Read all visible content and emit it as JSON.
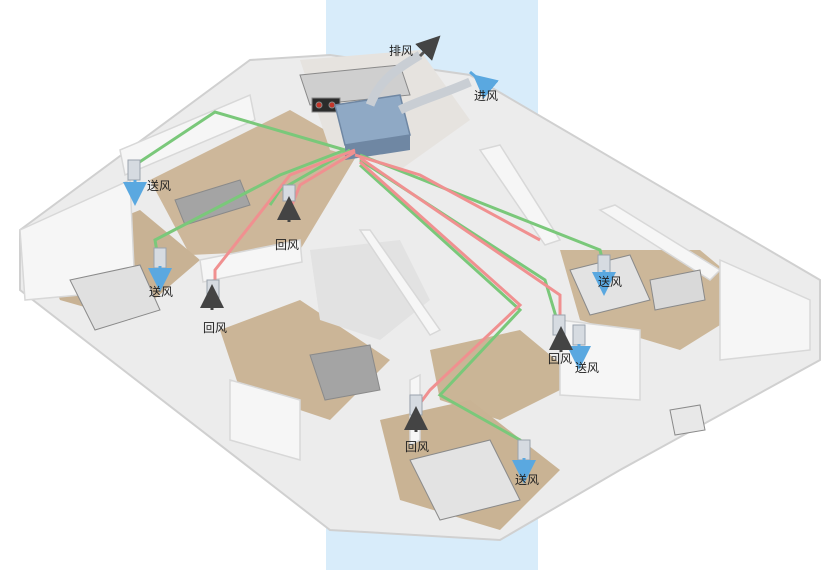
{
  "labels": {
    "exhaust": "排风",
    "intake": "进风",
    "supply": "送风",
    "return": "回风"
  },
  "colors": {
    "backdrop_band": "#d8ecfa",
    "supply_duct": "#7ac87a",
    "return_duct": "#f09090",
    "supply_arrow": "#5aa8e0",
    "return_arrow": "#444444",
    "exhaust_arrow": "#555555",
    "intake_arrow": "#5aa8e0",
    "floor": "#c9b69a",
    "wall": "#f4f4f4",
    "wall_shadow": "#dcdcdc",
    "furniture": "#9a9a9a",
    "ventilator_unit": "#7f9fbe"
  }
}
